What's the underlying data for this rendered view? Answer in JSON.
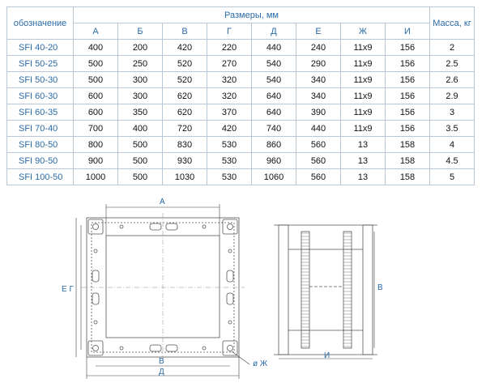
{
  "table": {
    "name_header": "обозначение",
    "dims_header": "Размеры, мм",
    "mass_header": "Масса, кг",
    "columns": [
      "А",
      "Б",
      "В",
      "Г",
      "Д",
      "Е",
      "Ж",
      "И"
    ],
    "rows": [
      {
        "name": "SFI  40-20",
        "values": [
          "400",
          "200",
          "420",
          "220",
          "440",
          "240",
          "11x9",
          "156"
        ],
        "mass": "2"
      },
      {
        "name": "SFI  50-25",
        "values": [
          "500",
          "250",
          "520",
          "270",
          "540",
          "290",
          "11x9",
          "156"
        ],
        "mass": "2.5"
      },
      {
        "name": "SFI  50-30",
        "values": [
          "500",
          "300",
          "520",
          "320",
          "540",
          "340",
          "11x9",
          "156"
        ],
        "mass": "2.6"
      },
      {
        "name": "SFI  60-30",
        "values": [
          "600",
          "300",
          "620",
          "320",
          "640",
          "340",
          "11x9",
          "156"
        ],
        "mass": "2.9"
      },
      {
        "name": "SFI  60-35",
        "values": [
          "600",
          "350",
          "620",
          "370",
          "640",
          "390",
          "11x9",
          "156"
        ],
        "mass": "3"
      },
      {
        "name": "SFI  70-40",
        "values": [
          "700",
          "400",
          "720",
          "420",
          "740",
          "440",
          "11x9",
          "156"
        ],
        "mass": "3.5"
      },
      {
        "name": "SFI  80-50",
        "values": [
          "800",
          "500",
          "830",
          "530",
          "860",
          "560",
          "13",
          "158"
        ],
        "mass": "4"
      },
      {
        "name": "SFI  90-50",
        "values": [
          "900",
          "500",
          "930",
          "530",
          "960",
          "560",
          "13",
          "158"
        ],
        "mass": "4.5"
      },
      {
        "name": "SFI  100-50",
        "values": [
          "1000",
          "500",
          "1030",
          "530",
          "1060",
          "560",
          "13",
          "158"
        ],
        "mass": "5"
      }
    ]
  },
  "drawing": {
    "front_labels": {
      "top": "А",
      "left": "Е Г",
      "bottom_inner": "В",
      "bottom_outer": "Д",
      "hole": "ø Ж"
    },
    "side_labels": {
      "right": "В",
      "bottom": "И"
    }
  },
  "colors": {
    "border": "#b9c6d3",
    "label_blue": "#2a6aa5",
    "line": "#555555"
  }
}
